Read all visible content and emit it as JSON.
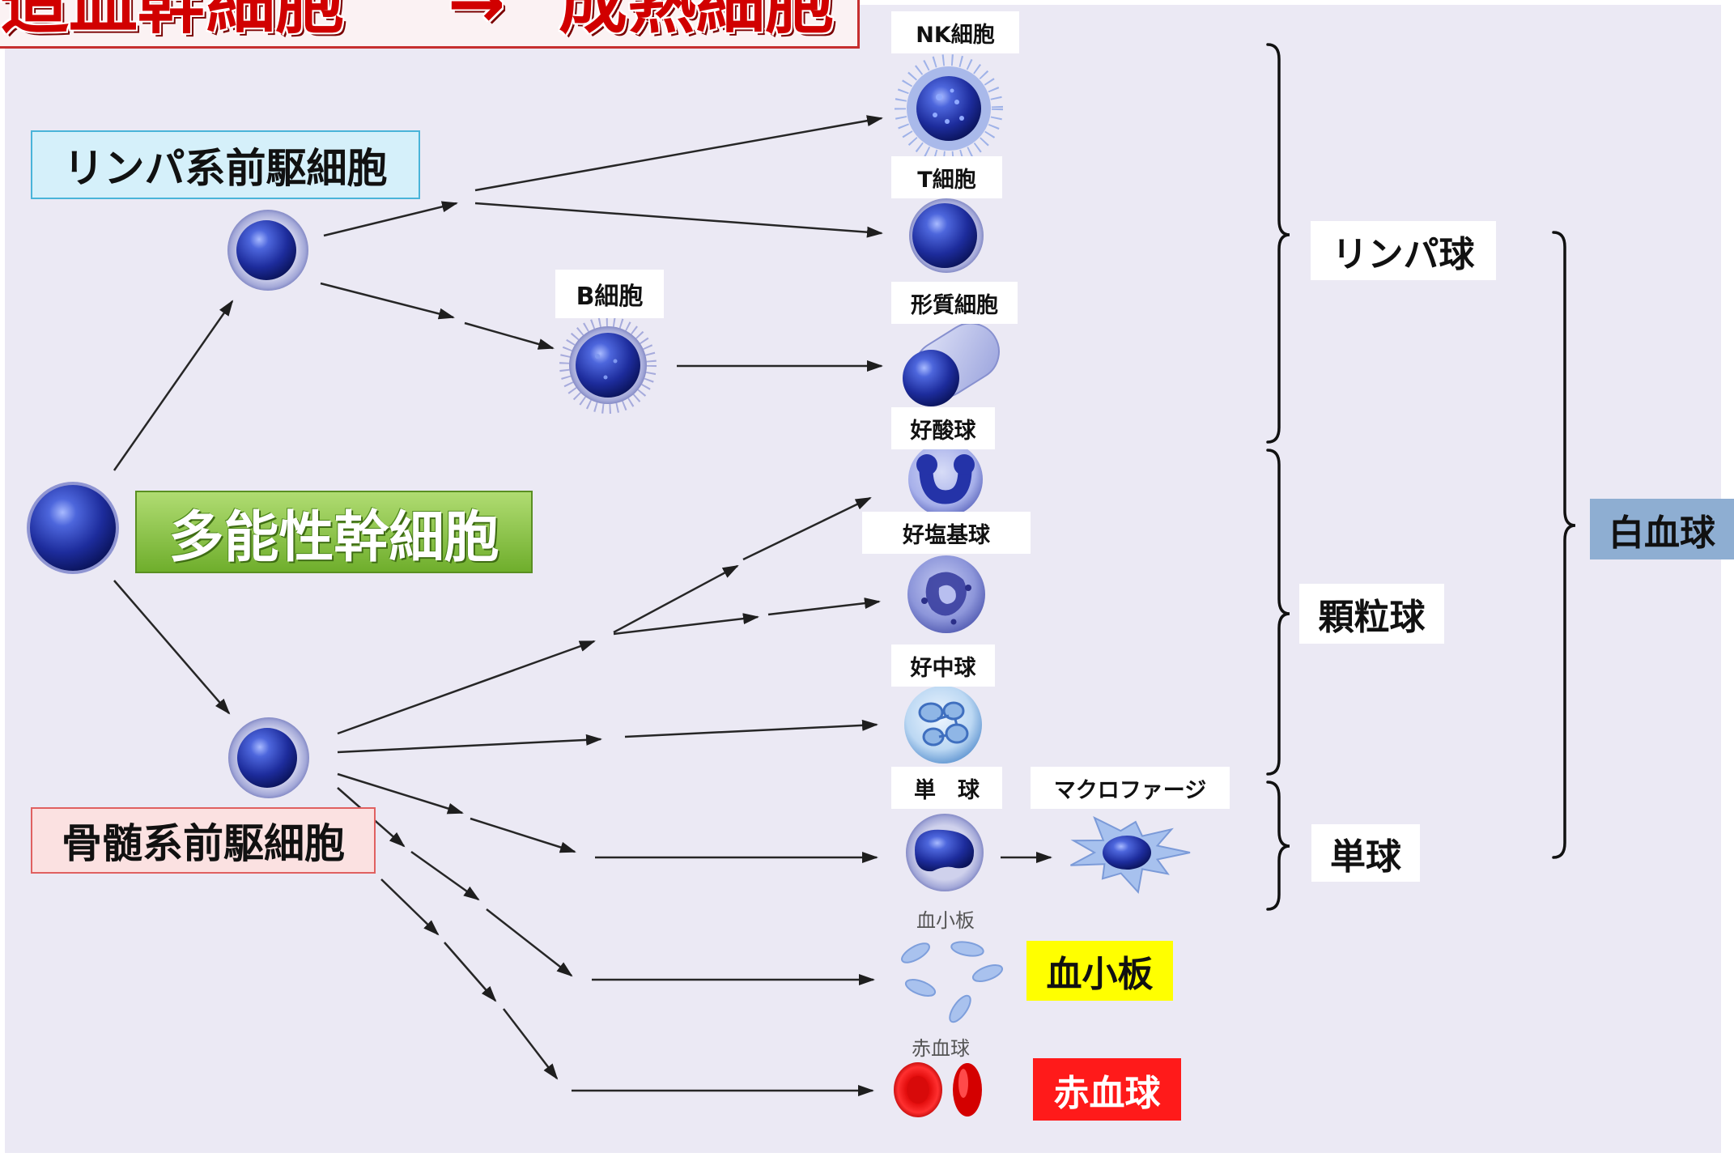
{
  "title": {
    "source": "造血幹細胞",
    "arrow": "→",
    "target": "成熟細胞"
  },
  "progenitors": {
    "pluripotent_stem_cell": "多能性幹細胞",
    "lymphoid_progenitor": "リンパ系前駆細胞",
    "myeloid_progenitor": "骨髄系前駆細胞"
  },
  "cells": {
    "b_cell": "B細胞",
    "nk_cell": "NK細胞",
    "t_cell": "T細胞",
    "plasma_cell": "形質細胞",
    "eosinophil": "好酸球",
    "basophil": "好塩基球",
    "neutrophil": "好中球",
    "monocyte": "単　球",
    "macrophage": "マクロファージ",
    "platelet_caption": "血小板",
    "erythrocyte_caption": "赤血球"
  },
  "groups": {
    "lymphocyte": "リンパ球",
    "granulocyte": "顆粒球",
    "monocyte": "単球",
    "leukocyte": "白血球",
    "platelet": "血小板",
    "erythrocyte": "赤血球"
  },
  "colors": {
    "background": "#ebe9f4",
    "title_text": "#d10000",
    "lymphoid_box": "#d5f0fa",
    "myeloid_box": "#fbe1e1",
    "leukocyte_box": "#8eaed2",
    "platelet_box": "#ffff00",
    "erythrocyte_box": "#ff1a1a",
    "erythrocyte_text": "#ffffff"
  }
}
